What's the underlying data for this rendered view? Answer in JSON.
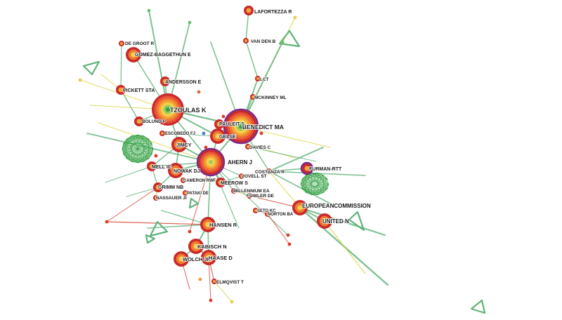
{
  "network": {
    "type": "co-citation-network",
    "palette": {
      "link_main": "#5fb37a",
      "link_yellow": "#d8d33a",
      "link_red": "#d93b2b",
      "link_blue": "#4a7fd6",
      "cluster_green": "#2e9e3e",
      "ring_colors": [
        "#c92a2a",
        "#e8503a",
        "#f07b32",
        "#f4a638",
        "#f7d04a",
        "#9ccc5a",
        "#3aa04a"
      ]
    },
    "nodes": [
      {
        "id": "lafortezza-r",
        "label": "LAFORTEZZA R",
        "size": "small"
      },
      {
        "id": "van-den-b",
        "label": "VAN DEN B",
        "size": "tiny"
      },
      {
        "id": "de-groot-r",
        "label": "DE GROOT R",
        "size": "tiny"
      },
      {
        "id": "gomez-baggethun-e",
        "label": "GOMEZ-BAGGETHUN E",
        "size": "medium"
      },
      {
        "id": "lct",
        "label": "LCT",
        "size": "tiny"
      },
      {
        "id": "andersson-e",
        "label": "ANDERSSON E",
        "size": "small"
      },
      {
        "id": "mckinney-ml",
        "label": "MCKINNEY ML",
        "size": "tiny"
      },
      {
        "id": "pickett-sta",
        "label": "PICKETT STA",
        "size": "small"
      },
      {
        "id": "tzoulas-k",
        "label": "TZOULAS K",
        "size": "xlarge"
      },
      {
        "id": "benedict-ma",
        "label": "BENEDICT MA",
        "size": "xlarge"
      },
      {
        "id": "bolund-p",
        "label": "BOLUND P",
        "size": "small"
      },
      {
        "id": "pauleit-s",
        "label": "PAULEIT S",
        "size": "small"
      },
      {
        "id": "escobedo-fj",
        "label": "ESCOBEDO FJ",
        "size": "tiny"
      },
      {
        "id": "gelse",
        "label": "GELSE",
        "size": "medium"
      },
      {
        "id": "davies-c",
        "label": "DAVIES C",
        "size": "tiny"
      },
      {
        "id": "jimcy",
        "label": "JIMCY",
        "size": "medium"
      },
      {
        "id": "ahern-j",
        "label": "AHERN J",
        "size": "large"
      },
      {
        "id": "mell-ic",
        "label": "MELL IC",
        "size": "small"
      },
      {
        "id": "costanza-r",
        "label": "COSTANZA R",
        "size": "tiny"
      },
      {
        "id": "furman-rtt",
        "label": "FURMAN-RTT",
        "size": "small"
      },
      {
        "id": "nowak-dj",
        "label": "NOWAK DJ",
        "size": "medium"
      },
      {
        "id": "lovell-st",
        "label": "LOVELL ST",
        "size": "tiny"
      },
      {
        "id": "cameron-rwf",
        "label": "CAMERON RWF",
        "size": "tiny"
      },
      {
        "id": "meerow-s",
        "label": "MEEROW S",
        "size": "small"
      },
      {
        "id": "grimm-nb",
        "label": "GRIMM NB",
        "size": "small"
      },
      {
        "id": "millennium-ea",
        "label": "MILLENNIUM EA",
        "size": "tiny"
      },
      {
        "id": "pataki-de",
        "label": "PATAKI DE",
        "size": "tiny"
      },
      {
        "id": "fowler-de",
        "label": "FOWLER DE",
        "size": "tiny"
      },
      {
        "id": "nassauer-ji",
        "label": "NASSAUER JI",
        "size": "tiny"
      },
      {
        "id": "european-commission",
        "label": "EUROPEANCOMMISSION",
        "size": "medium"
      },
      {
        "id": "seto-kc",
        "label": "SETO KC",
        "size": "tiny"
      },
      {
        "id": "norton-ba",
        "label": "NORTON BA",
        "size": "tiny"
      },
      {
        "id": "united-n",
        "label": "UNITED N",
        "size": "medium"
      },
      {
        "id": "hansen-r",
        "label": "HANSEN R",
        "size": "medium"
      },
      {
        "id": "kabisch-n",
        "label": "KABISCH N",
        "size": "medium"
      },
      {
        "id": "wolch-jr",
        "label": "WOLCH JR",
        "size": "medium"
      },
      {
        "id": "haase-d",
        "label": "HAASE D",
        "size": "medium"
      },
      {
        "id": "elmqvist-t",
        "label": "ELMQVIST T",
        "size": "tiny"
      }
    ]
  }
}
